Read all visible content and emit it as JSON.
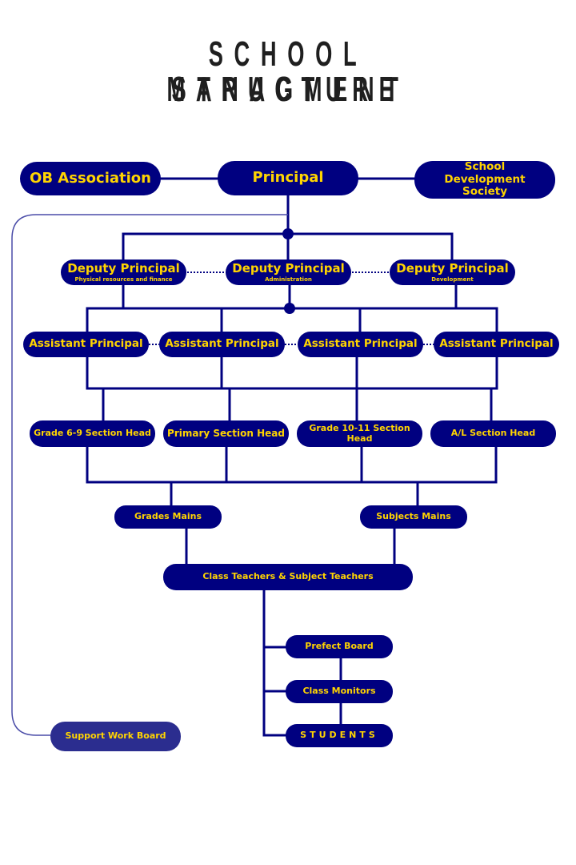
{
  "title": {
    "line1": "SCHOOL MANAGMENT",
    "line2": "STRUCTURE"
  },
  "colors": {
    "node_fill": "#000080",
    "node_text": "#ffd400",
    "support_fill": "#2b2d8f",
    "line": "#000080",
    "support_line": "#4a4ca8"
  },
  "nodes": {
    "ob_association": "OB Association",
    "principal": "Principal",
    "school_dev_society": "School Development Society",
    "deputy_1": {
      "label": "Deputy Principal",
      "sub": "Physical resources and finance"
    },
    "deputy_2": {
      "label": "Deputy Principal",
      "sub": "Administration"
    },
    "deputy_3": {
      "label": "Deputy Principal",
      "sub": "Development"
    },
    "assistant_1": "Assistant Principal",
    "assistant_2": "Assistant Principal",
    "assistant_3": "Assistant Principal",
    "assistant_4": "Assistant Principal",
    "section_1": "Grade 6-9 Section Head",
    "section_2": "Primary Section Head",
    "section_3": "Grade 10-11 Section Head",
    "section_4": "A/L Section Head",
    "grades_mains": "Grades Mains",
    "subjects_mains": "Subjects Mains",
    "teachers": "Class Teachers & Subject Teachers",
    "prefect_board": "Prefect Board",
    "class_monitors": "Class Monitors",
    "students": "STUDENTS",
    "support_work_board": "Support Work Board"
  }
}
